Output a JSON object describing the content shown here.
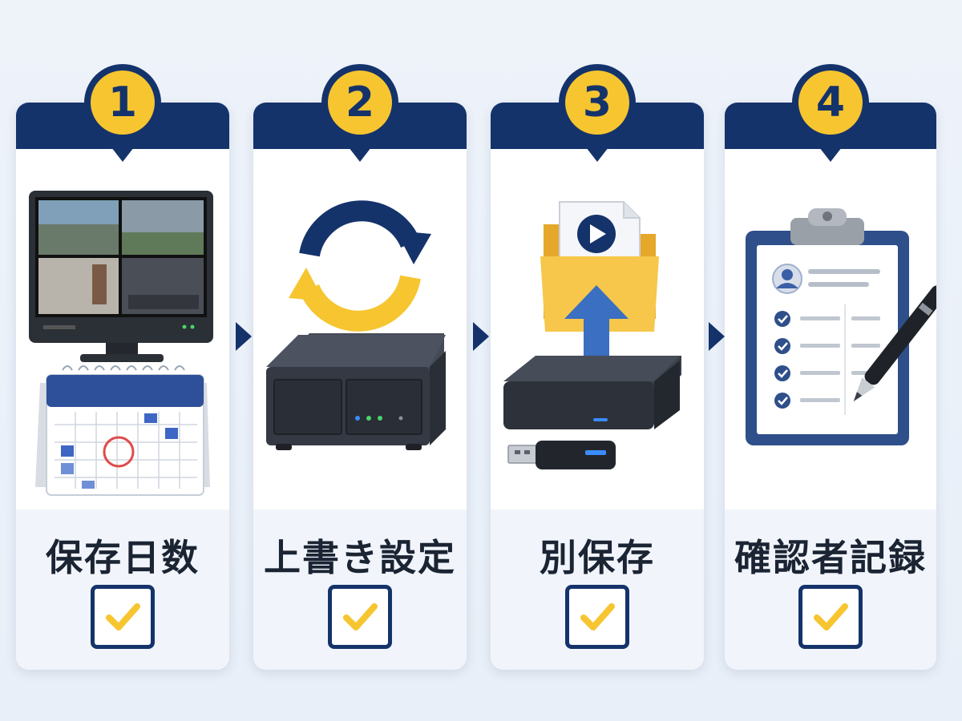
{
  "steps": [
    {
      "number": "1",
      "label": "保存日数",
      "icon": "dvr-monitor-calendar-icon",
      "checked": true
    },
    {
      "number": "2",
      "label": "上書き設定",
      "icon": "recorder-sync-icon",
      "checked": true
    },
    {
      "number": "3",
      "label": "別保存",
      "icon": "folder-upload-usb-icon",
      "checked": true
    },
    {
      "number": "4",
      "label": "確認者記録",
      "icon": "clipboard-pen-icon",
      "checked": true
    }
  ],
  "colors": {
    "navy": "#15336b",
    "yellow": "#f6c530",
    "card": "#ffffff",
    "label_area": "#f1f5fb"
  }
}
